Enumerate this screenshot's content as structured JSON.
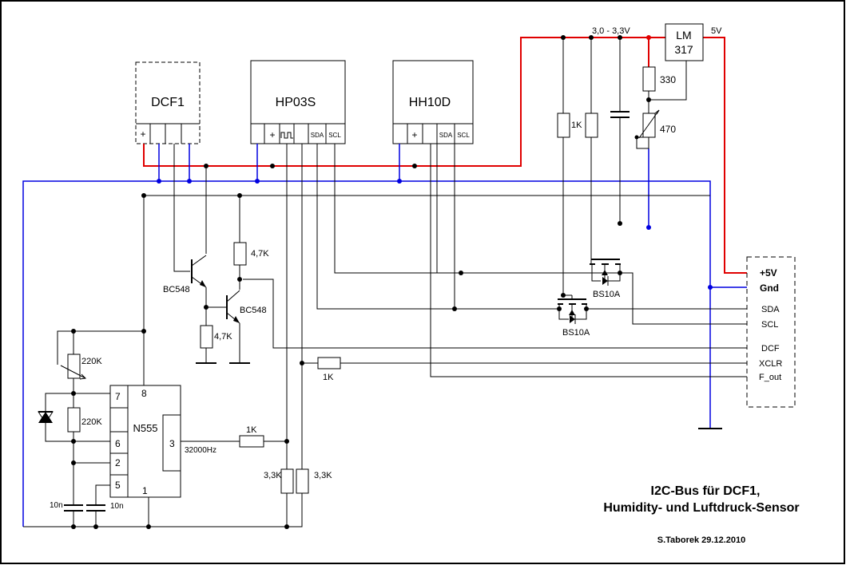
{
  "modules": {
    "dcf1": {
      "label": "DCF1",
      "pin_plus": "+"
    },
    "hp03s": {
      "label": "HP03S",
      "pin_plus": "+",
      "pin_sda": "SDA",
      "pin_scl": "SCL"
    },
    "hh10d": {
      "label": "HH10D",
      "pin_plus": "+",
      "pin_sda": "SDA",
      "pin_scl": "SCL"
    }
  },
  "regulator": {
    "label_line1": "LM",
    "label_line2": "317",
    "input_label": "5V",
    "output_label": "3,0 - 3,3V"
  },
  "resistors": {
    "r330": "330",
    "r470": "470",
    "r1k_pullup": "1K",
    "r47k_upper": "4,7K",
    "r47k_lower": "4,7K",
    "r220k_pot": "220K",
    "r220k": "220K",
    "r1k_xclr": "1K",
    "r1k_555": "1K",
    "r33k_left": "3,3K",
    "r33k_right": "3,3K"
  },
  "transistors": {
    "q1": "BC548",
    "q2": "BC548"
  },
  "mosfets": {
    "m1": "BS10A",
    "m2": "BS10A"
  },
  "timer": {
    "label": "N555",
    "pin8": "8",
    "pin7": "7",
    "pin6": "6",
    "pin2": "2",
    "pin5": "5",
    "pin1": "1",
    "pin3": "3",
    "frequency": "32000Hz"
  },
  "capacitors": {
    "c1": "10n",
    "c2": "10n"
  },
  "connector": {
    "pins": [
      "+5V",
      "Gnd",
      "SDA",
      "SCL",
      "DCF",
      "XCLR",
      "F_out"
    ]
  },
  "title": {
    "line1": "I2C-Bus für DCF1,",
    "line2": "Humidity- und Luftdruck-Sensor"
  },
  "author": "S.Taborek 29.12.2010",
  "colors": {
    "vcc_wire": "#e00000",
    "gnd_wire": "#0000e0",
    "frame": "#000000"
  }
}
